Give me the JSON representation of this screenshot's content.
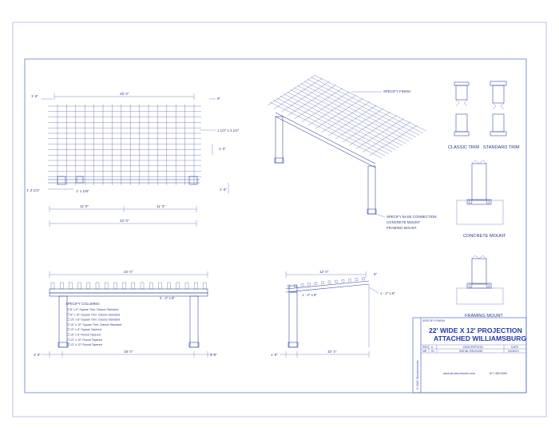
{
  "plan_view": {
    "dim_top_overhang": "1' 6\"",
    "dim_width": "25' 0\"",
    "dim_rafter_spacing": "6\"",
    "label_purlins": "1 1/2\" x 3 1/4\"",
    "dim_purlin_spacing": "1' 0\"",
    "dim_post_offset": "1' 2 1/4\"",
    "label_mid": "1' 1 1/8\"",
    "dim_right_1": "1' 6\"",
    "dim_left_half": "11' 0\"",
    "dim_right_half": "11' 0\"",
    "dim_overall": "22' 0\""
  },
  "iso_view": {
    "callout_top": "SPECIFY FINISH",
    "callout_base_title": "SPECIFY BASE CONNECTION:",
    "callout_base_opt1": "CONCRETE MOUNT",
    "callout_base_opt2": "FRAMING MOUNT"
  },
  "trim_details": {
    "classic_label": "CLASSIC TRIM",
    "standard_label": "STANDARD TRIM",
    "concrete_label": "CONCRETE MOUNT",
    "framing_label": "FRAMING MOUNT"
  },
  "front_elevation": {
    "dim_top": "22' 0\"",
    "beam_label": "2 - 2\" x 8\"",
    "columns_title": "SPECIFY COLUMNS:",
    "column_options": [
      "8\" x 8\" Square   Trim: Classic Standard",
      "8\" x 10\" Square   Trim: Classic Standard",
      "10\" x 8\" Square   Trim: Classic Standard",
      "10\" x 10\" Square   Trim: Classic Standard",
      "12\" x 8\" Square Tapered",
      "10\" x 8\" Round Tapered",
      "12\" x 10\" Round Tapered",
      "12\" x 12\" Round Tapered"
    ],
    "dim_left": "2' 0\"",
    "dim_mid": "18' 0\"",
    "dim_right": "2' 0\""
  },
  "side_elevation": {
    "dim_top": "12' 0\"",
    "dim_top_right": "6\"",
    "beam_label_a": "1 - 2\" x 8\"",
    "beam_label_b": "1 - 2\" x 8\"",
    "dim_left": "1' 8\"",
    "dim_span": "10' 4\""
  },
  "title_block": {
    "header_note": "SPECIFY FINISH",
    "title_line1": "22' WIDE X 12' PROJECTION",
    "title_line2": "ATTACHED WILLIAMSBURG",
    "col_rev": "REV",
    "col_num": "#",
    "col_desc": "DESCRIPTION",
    "col_date": "DATE",
    "rev_value": "NR",
    "num_value": "01",
    "desc_value": "INITIAL RELEASE",
    "date_value": "04/30/21",
    "copyright": "© 2021 Structureworks",
    "website": "www.structureworks.com",
    "phone": "877.489.9064"
  },
  "colors": {
    "line": "#3a4ea0",
    "frame": "#4a6bc8",
    "title": "#1f3aa6"
  }
}
